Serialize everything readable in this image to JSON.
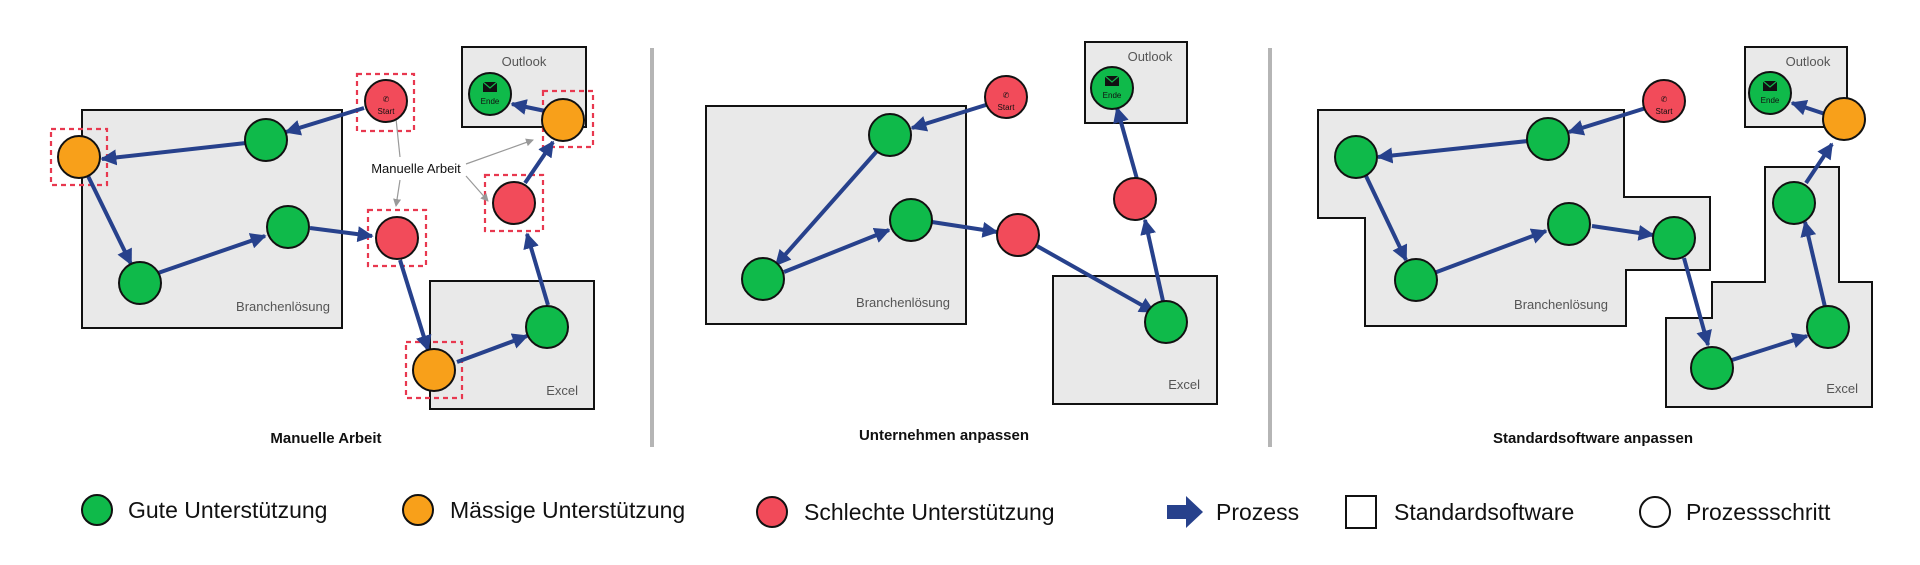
{
  "panels": [
    {
      "caption": "Manuelle Arbeit",
      "annotation": "Manuelle Arbeit"
    },
    {
      "caption": "Unternehmen anpassen"
    },
    {
      "caption": "Standardsoftware anpassen"
    }
  ],
  "systems": {
    "branche": "Branchenlösung",
    "excel": "Excel",
    "outlook": "Outlook"
  },
  "steps": {
    "start": "Start",
    "end": "Ende"
  },
  "legend": {
    "good": "Gute Unterstützung",
    "medium": "Mässige Unterstützung",
    "bad": "Schlechte Unterstützung",
    "process": "Prozess",
    "software": "Standardsoftware",
    "step": "Prozessschritt"
  },
  "colors": {
    "good": "#0fba4a",
    "medium": "#f8a01a",
    "bad": "#f24b5a",
    "process": "#27418c",
    "system_fill": "#e9e9e9",
    "highlight": "#e8384f"
  },
  "icons": {
    "start": "phone-icon",
    "end": "mail-icon",
    "process": "arrow-icon"
  }
}
